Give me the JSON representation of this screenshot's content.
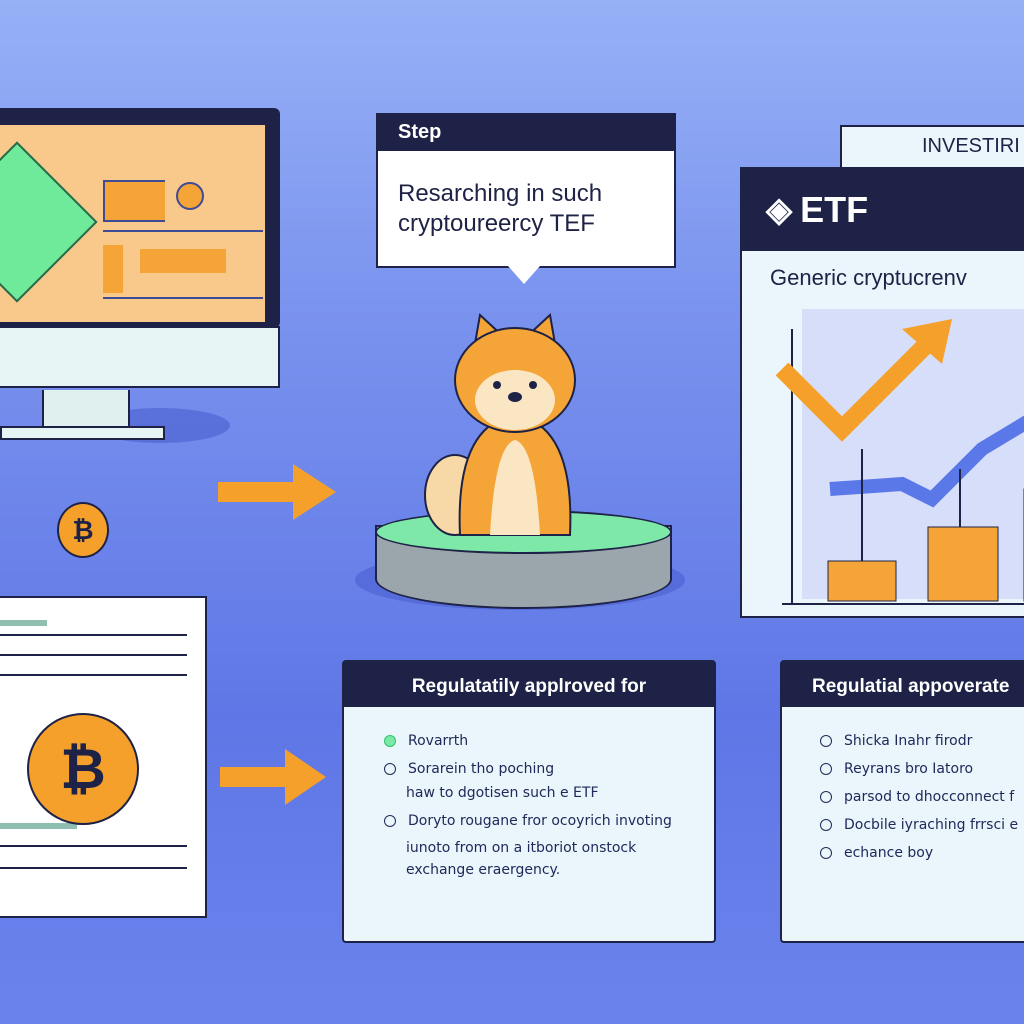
{
  "step_bubble": {
    "label": "Step",
    "text_line1": "Resarching in such",
    "text_line2": "cryptoureercy TEF"
  },
  "investing_tab": {
    "label": "INVESTIRI"
  },
  "etf_card": {
    "title": "ETF",
    "subtitle": "Generic cryptucrenv",
    "logo_icon": "layers-icon"
  },
  "card_regulated": {
    "title": "Regulatatily applroved for",
    "items": [
      {
        "text": "Rovarrth",
        "active": true
      },
      {
        "text": "Sorarein tho poching",
        "continuation": "haw to dgotisen such e ETF"
      },
      {
        "text": "Doryto rougane fror ocoyrich invoting",
        "continuation": "iunoto from on a itboriot onstock exchange eraergency."
      }
    ]
  },
  "card_regulatial": {
    "title": "Regulatial appoverate",
    "items": [
      {
        "text": "Shicka Inahr firodr"
      },
      {
        "text": "Reyrans bro Iatoro"
      },
      {
        "text": "parsod to dhocconnect f"
      },
      {
        "text": "Docbile iyraching frrsci e"
      },
      {
        "text": "echance boy"
      }
    ]
  },
  "colors": {
    "accent": "#f5a02a",
    "dark": "#1d2246",
    "green": "#7ee8a8",
    "background": "#6a83ec"
  }
}
